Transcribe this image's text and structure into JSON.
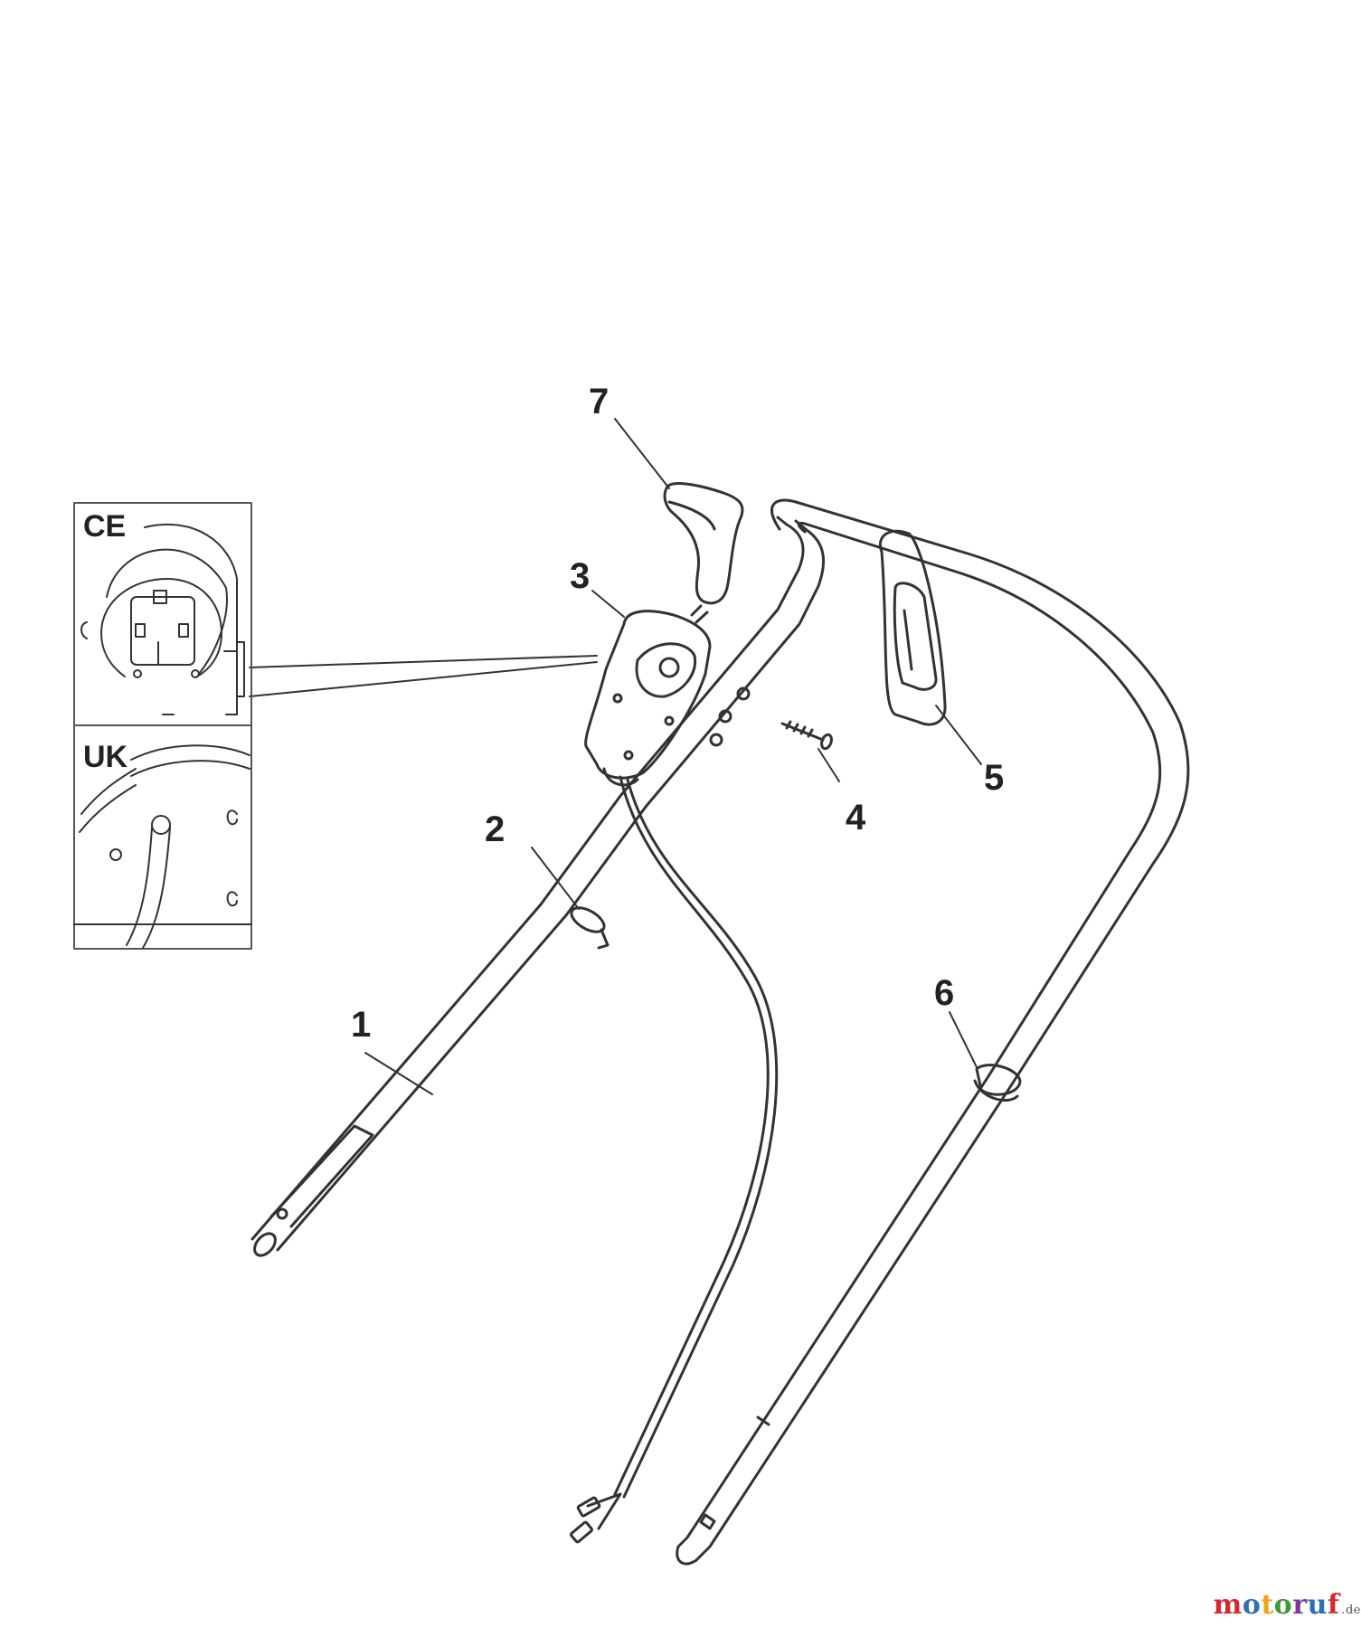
{
  "diagram": {
    "part_numbers": [
      "1",
      "2",
      "3",
      "4",
      "5",
      "6",
      "7"
    ],
    "inset_top_label": "CE",
    "inset_bottom_label": "UK"
  },
  "watermark": {
    "brand": "motoruf",
    "tld": ".de",
    "colors": {
      "m": "#d7262f",
      "o1": "#2e6fb7",
      "t": "#f2a31b",
      "o2": "#3a9a3a",
      "r": "#7a3b94",
      "u": "#2e6fb7",
      "f": "#d7262f"
    }
  },
  "colors": {
    "line": "#333333",
    "background": "#ffffff"
  }
}
